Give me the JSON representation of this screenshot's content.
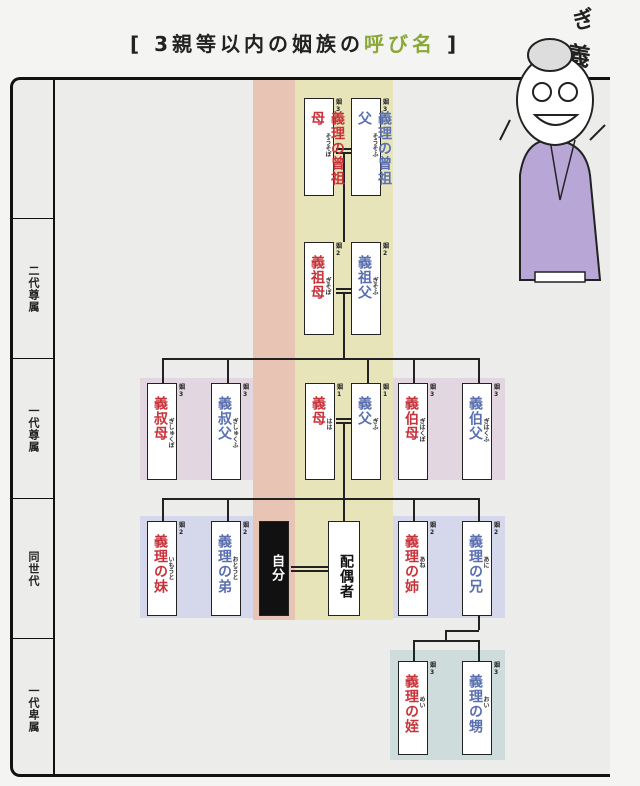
{
  "title": {
    "prefix": "[ 3親等以内の姻族の",
    "accent": "呼び名",
    "suffix": " ]"
  },
  "generations": [
    "",
    "二代尊属",
    "一代尊属",
    "同世代",
    "一代卑属"
  ],
  "colors": {
    "female": "#c8333a",
    "male": "#5a6fb0",
    "title_accent": "#8aa838",
    "self_column": "#e8c4b4",
    "spouse_column": "#e6e4b8",
    "parents_sibling_band": "#e2d6e0",
    "sibling_band": "#d4d8ea",
    "nephew_band": "#cfdcdc"
  },
  "self": {
    "label": "自分"
  },
  "spouse": {
    "label": "配偶者"
  },
  "relatives": [
    {
      "id": "ggm",
      "name": "義理の曾祖母",
      "reading": "そうそぼ",
      "degree": "姻3",
      "gender": "female"
    },
    {
      "id": "ggf",
      "name": "義理の曾祖父",
      "reading": "そうそふ",
      "degree": "姻3",
      "gender": "male"
    },
    {
      "id": "gm",
      "name": "義祖母",
      "reading": "ぎそぼ",
      "degree": "姻2",
      "gender": "female"
    },
    {
      "id": "gf",
      "name": "義祖父",
      "reading": "ぎそふ",
      "degree": "姻2",
      "gender": "male"
    },
    {
      "id": "aunt_y",
      "name": "義叔母",
      "reading": "ぎしゅくぼ",
      "degree": "姻3",
      "gender": "female"
    },
    {
      "id": "uncle_y",
      "name": "義叔父",
      "reading": "ぎしゅくふ",
      "degree": "姻3",
      "gender": "male"
    },
    {
      "id": "mother",
      "name": "義母",
      "reading": "はは",
      "degree": "姻1",
      "gender": "female"
    },
    {
      "id": "father",
      "name": "義父",
      "reading": "ぎふ",
      "degree": "姻1",
      "gender": "male"
    },
    {
      "id": "aunt_o",
      "name": "義伯母",
      "reading": "ぎはくぼ",
      "degree": "姻3",
      "gender": "female"
    },
    {
      "id": "uncle_o",
      "name": "義伯父",
      "reading": "ぎはくふ",
      "degree": "姻3",
      "gender": "male"
    },
    {
      "id": "ysis",
      "name": "義理の妹",
      "reading": "いもうと",
      "degree": "姻2",
      "gender": "female"
    },
    {
      "id": "ybro",
      "name": "義理の弟",
      "reading": "おとうと",
      "degree": "姻2",
      "gender": "male"
    },
    {
      "id": "osis",
      "name": "義理の姉",
      "reading": "あね",
      "degree": "姻2",
      "gender": "female"
    },
    {
      "id": "obro",
      "name": "義理の兄",
      "reading": "あに",
      "degree": "姻2",
      "gender": "male"
    },
    {
      "id": "niece",
      "name": "義理の姪",
      "reading": "めい",
      "degree": "姻3",
      "gender": "female"
    },
    {
      "id": "nephew",
      "name": "義理の甥",
      "reading": "おい",
      "degree": "姻3",
      "gender": "male"
    }
  ],
  "illustration": {
    "lettering": "義ぎ"
  }
}
